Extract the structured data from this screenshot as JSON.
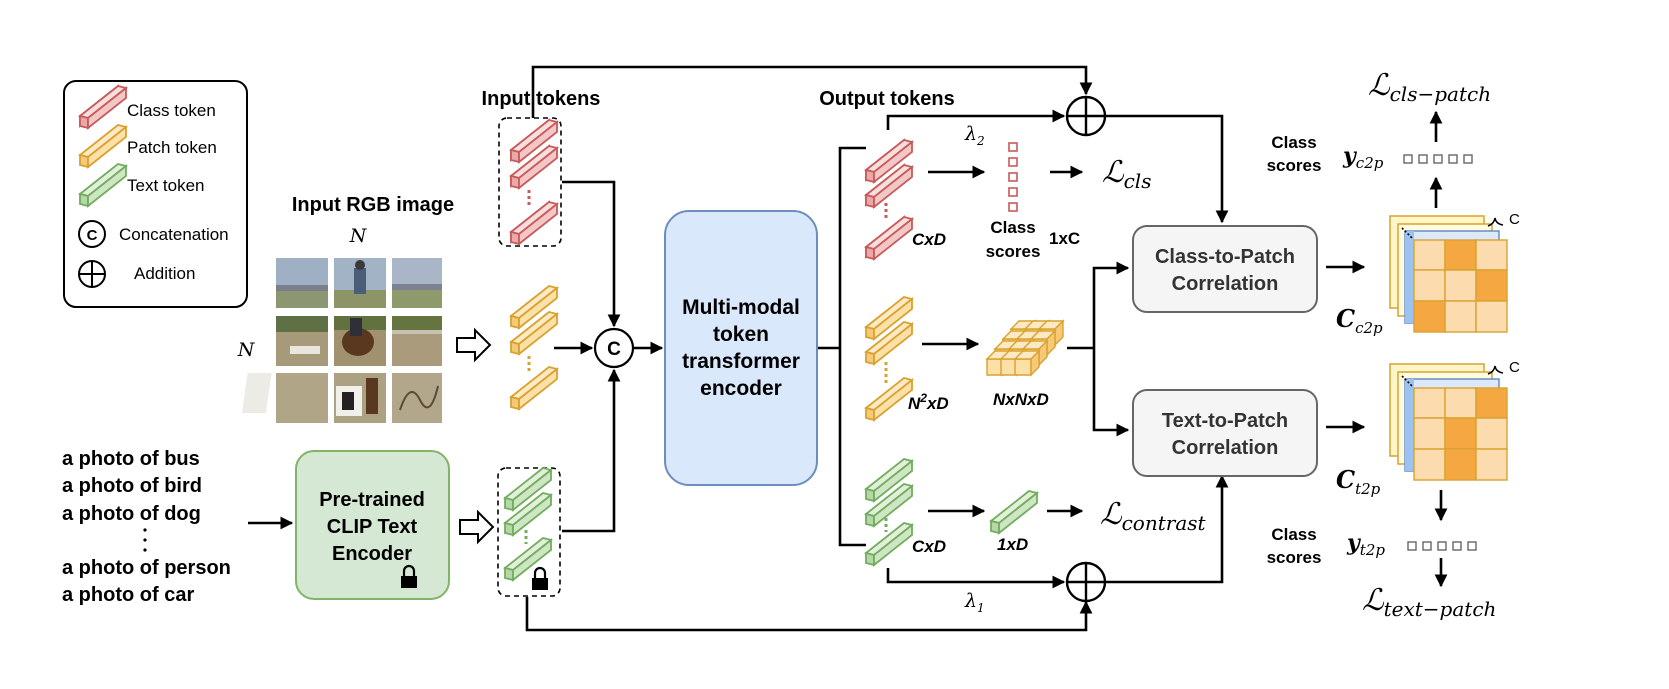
{
  "legend": {
    "items": [
      {
        "label": "Class token"
      },
      {
        "label": "Patch token"
      },
      {
        "label": "Text token"
      },
      {
        "label": "Concatenation"
      },
      {
        "label": "Addition"
      }
    ]
  },
  "input": {
    "image_title": "Input RGB image",
    "dim_n_top": "N",
    "dim_n_left": "N",
    "prompts": [
      "a photo of bus",
      "a photo of bird",
      "a photo of dog",
      "a photo of person",
      "a photo of car"
    ],
    "clip_encoder": [
      "Pre-trained",
      "CLIP Text",
      "Encoder"
    ]
  },
  "input_tokens": {
    "title": "Input tokens"
  },
  "concat_symbol": "C",
  "encoder": {
    "lines": [
      "Multi-modal",
      "token",
      "transformer",
      "encoder"
    ]
  },
  "output_tokens": {
    "title": "Output tokens",
    "class_dim": "CxD",
    "class_scores_lines": [
      "Class",
      "scores"
    ],
    "class_scores_dim": "1xC",
    "patch_dim_base": "N",
    "patch_dim_sup": "2",
    "patch_dim_tail": "xD",
    "patch_reshape_dim": "NxNxD",
    "text_dim": "CxD",
    "text_pooled_dim": "1xD",
    "lambda2": "λ",
    "lambda2_sub": "2",
    "lambda1": "λ",
    "lambda1_sub": "1"
  },
  "losses": {
    "cls": {
      "main": "ℒ",
      "sub": "cls"
    },
    "contrast": {
      "main": "ℒ",
      "sub": "contrast"
    },
    "cls_patch": {
      "main": "ℒ",
      "sub": "cls−patch"
    },
    "text_patch": {
      "main": "ℒ",
      "sub": "text−patch"
    }
  },
  "correlations": {
    "c2p": [
      "Class-to-Patch",
      "Correlation"
    ],
    "t2p": [
      "Text-to-Patch",
      "Correlation"
    ]
  },
  "outputs": {
    "c_c2p": {
      "main": "C",
      "sub": "c2p"
    },
    "c_t2p": {
      "main": "C",
      "sub": "t2p"
    },
    "y_c2p": {
      "main": "y",
      "sub": "c2p"
    },
    "y_t2p": {
      "main": "y",
      "sub": "t2p"
    },
    "scores_top": [
      "Class",
      "scores"
    ],
    "scores_bottom": [
      "Class",
      "scores"
    ],
    "c_label": "C"
  },
  "colors": {
    "class_fill": "#f4c7c7",
    "class_stroke": "#c85a5a",
    "patch_fill": "#fbe0a8",
    "patch_stroke": "#d9a22f",
    "text_fill": "#cfe6c4",
    "text_stroke": "#72ad5e",
    "encoder_fill": "#dae8fc",
    "encoder_stroke": "#6c8ebf",
    "clip_fill": "#d5e8d4",
    "clip_stroke": "#82b366",
    "corr_fill": "#f5f5f5",
    "corr_stroke": "#666666",
    "matrix_orange": "#f5a742",
    "matrix_light": "#fcdcae",
    "matrix_blue": "#9cc3f0",
    "matrix_yellow": "#fff2a8"
  }
}
